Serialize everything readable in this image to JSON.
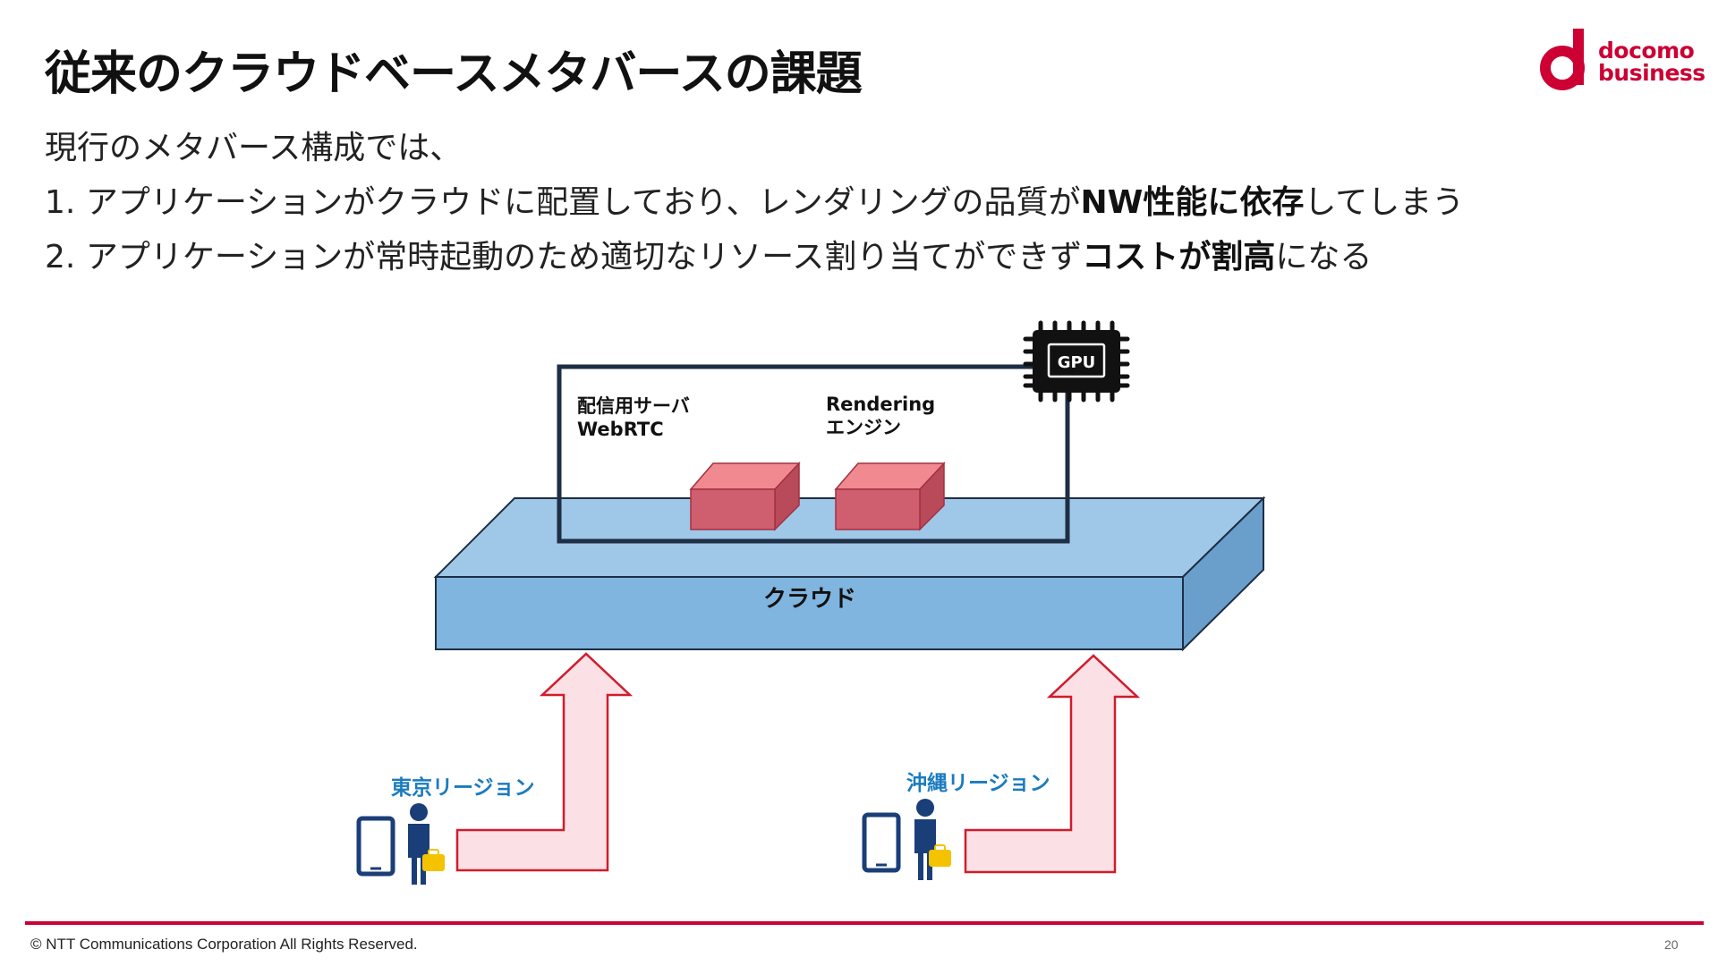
{
  "title": "従来のクラウドベースメタバースの課題",
  "logo": {
    "line1": "docomo",
    "line2": "business",
    "brand_color": "#cc0033"
  },
  "intro": "現行のメタバース構成では、",
  "points": [
    {
      "num": "1.",
      "pre": "アプリケーションがクラウドに配置しており、レンダリングの品質が",
      "bold": "NW性能に依存",
      "post": "してしまう"
    },
    {
      "num": "2.",
      "pre": "アプリケーションが常時起動のため適切なリソース割り当てができず",
      "bold": "コストが割高",
      "post": "になる"
    }
  ],
  "diagram": {
    "cloud_label": "クラウド",
    "server1_label": [
      "配信用サーバ",
      "WebRTC"
    ],
    "server2_label": [
      "Rendering",
      "エンジン"
    ],
    "gpu_label": "GPU",
    "region_left": "東京リージョン",
    "region_right": "沖縄リージョン",
    "colors": {
      "cloud_front": "#7fb5df",
      "cloud_top": "#9fc8e8",
      "cloud_side": "#6a9ecb",
      "box_front": "#cf5f6f",
      "box_top": "#f08a90",
      "box_side": "#b84a59",
      "arrow_fill": "#fbe0e5",
      "arrow_stroke": "#d01c2c",
      "region_text": "#1a7bbf",
      "person": "#1a3e78",
      "bag": "#f5c200"
    }
  },
  "footer": {
    "copyright": "© NTT Communications Corporation All Rights Reserved.",
    "page": "20"
  }
}
